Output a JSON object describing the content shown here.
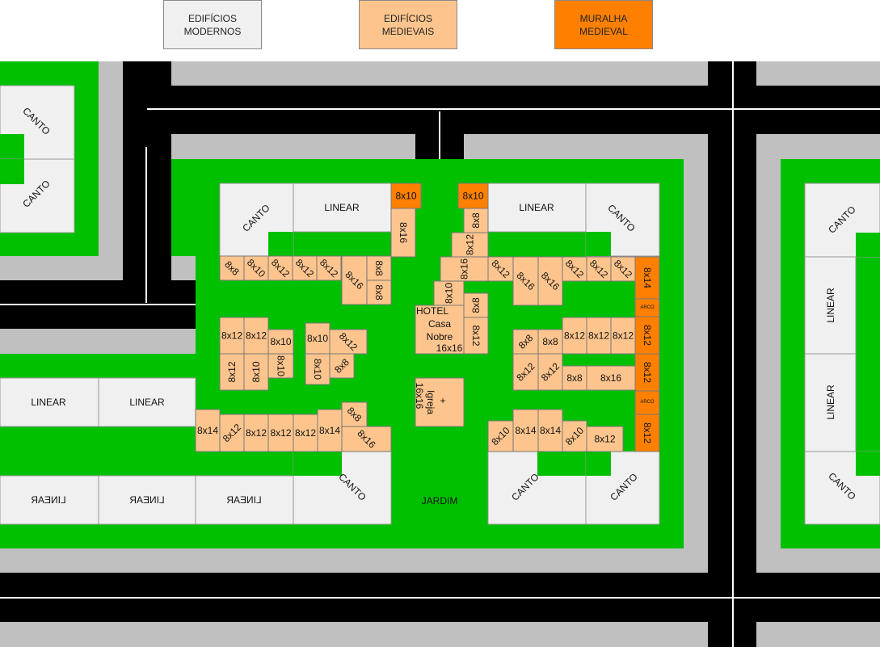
{
  "legend": [
    {
      "label": "EDIFÍCIOS\nMODERNOS",
      "color": "#f0f0f0"
    },
    {
      "label": "EDIFÍCIOS\nMEDIEVAIS",
      "color": "#fdc58d"
    },
    {
      "label": "MURALHA\nMEDIEVAL",
      "color": "#ff8000"
    }
  ],
  "colors": {
    "green": "#00c000",
    "road": "#000000",
    "sidewalk": "#c0c0c0",
    "modern": "#f0f0f0",
    "medieval": "#fdc58d",
    "wall": "#ff8000"
  },
  "labels": {
    "canto": "CANTO",
    "linear": "LINEAR",
    "jardim": "JARDIM",
    "arco": "ARCO",
    "hotel": "HOTEL",
    "casa": "Casa",
    "nobre": "Nobre",
    "s16x16": "16x16",
    "igreja": "Igreja",
    "cross": "+",
    "s8x8": "8x8",
    "s8x10": "8x10",
    "s8x12": "8x12",
    "s8x14": "8x14",
    "s8x16": "8x16"
  }
}
